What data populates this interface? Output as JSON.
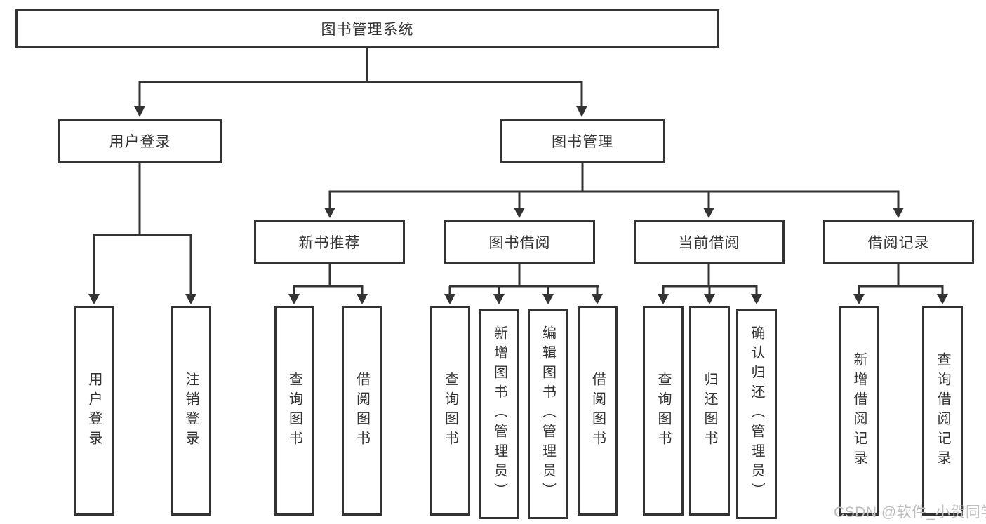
{
  "tree": {
    "label": "图书管理系统",
    "children": [
      {
        "label": "用户登录",
        "children": [
          {
            "label": "用户登录"
          },
          {
            "label": "注销登录"
          }
        ]
      },
      {
        "label": "图书管理",
        "children": [
          {
            "label": "新书推荐",
            "children": [
              {
                "label": "查询图书"
              },
              {
                "label": "借阅图书"
              }
            ]
          },
          {
            "label": "图书借阅",
            "children": [
              {
                "label": "查询图书"
              },
              {
                "label": "新增图书（管理员）"
              },
              {
                "label": "编辑图书（管理员）"
              },
              {
                "label": "借阅图书"
              }
            ]
          },
          {
            "label": "当前借阅",
            "children": [
              {
                "label": "查询图书"
              },
              {
                "label": "归还图书"
              },
              {
                "label": "确认归还（管理员）"
              }
            ]
          },
          {
            "label": "借阅记录",
            "children": [
              {
                "label": "新增借阅记录"
              },
              {
                "label": "查询借阅记录"
              }
            ]
          }
        ]
      }
    ]
  },
  "watermark": {
    "text": "CSDN @软件_小贺同学"
  },
  "colors": {
    "line": "#333333",
    "box_border": "#333333",
    "text": "#333333",
    "background": "#ffffff",
    "watermark": "#bfbfbf"
  }
}
